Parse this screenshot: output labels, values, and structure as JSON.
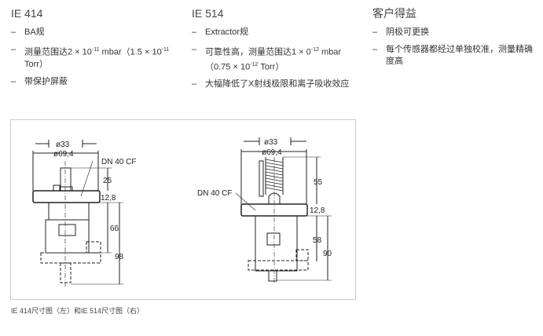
{
  "ie414": {
    "title": "IE 414",
    "items": [
      "BA规",
      "测量范围达2 × 10",
      "-11",
      " mbar（1.5 × 10",
      "-11",
      " Torr）",
      "带保护屏蔽"
    ]
  },
  "ie514": {
    "title": "IE 514",
    "items": [
      "Extractor规",
      "可靠性高，测量范围达1 × 0",
      "-12",
      " mbar（0.75 × 10",
      "-12",
      " Torr）",
      "大幅降低了X射线极限和离子吸收效应"
    ]
  },
  "benefits": {
    "title": "客户得益",
    "items": [
      "阴极可更换",
      "每个传感器都经过单独校准，测量精确度高"
    ]
  },
  "figure": {
    "caption": "IE 414尺寸图（左）和IE 514尺寸图（右）",
    "left": {
      "d_inner": "ø33",
      "d_outer": "ø69,4",
      "flange": "DN 40 CF",
      "h_top": "25",
      "h_flange": "12,8",
      "h_body": "66",
      "h_total": "98"
    },
    "right": {
      "d_inner": "ø33",
      "d_outer": "ø69,4",
      "flange": "DN 40 CF",
      "h_top": "55",
      "h_flange": "12,8",
      "h_body": "58",
      "h_total": "90"
    }
  }
}
